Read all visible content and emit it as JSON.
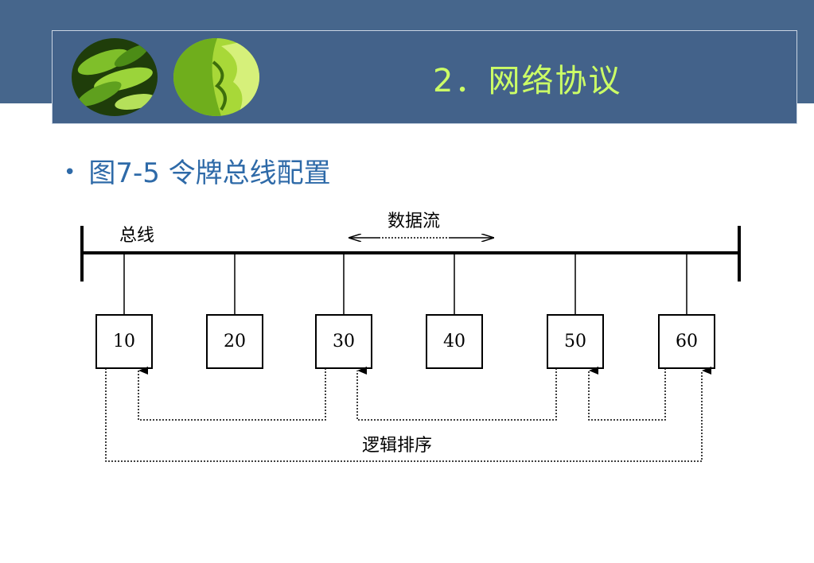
{
  "header": {
    "title": "2．网络协议"
  },
  "bullet": {
    "text": "图7-5 令牌总线配置"
  },
  "diagram": {
    "bus_label": "总线",
    "data_flow_label": "数据流",
    "logical_order_label": "逻辑排序",
    "stations": [
      "10",
      "20",
      "30",
      "40",
      "50",
      "60"
    ]
  },
  "colors": {
    "header_bg": "#43628a",
    "title_text": "#ccff66",
    "bullet_text": "#2e6aa8"
  }
}
